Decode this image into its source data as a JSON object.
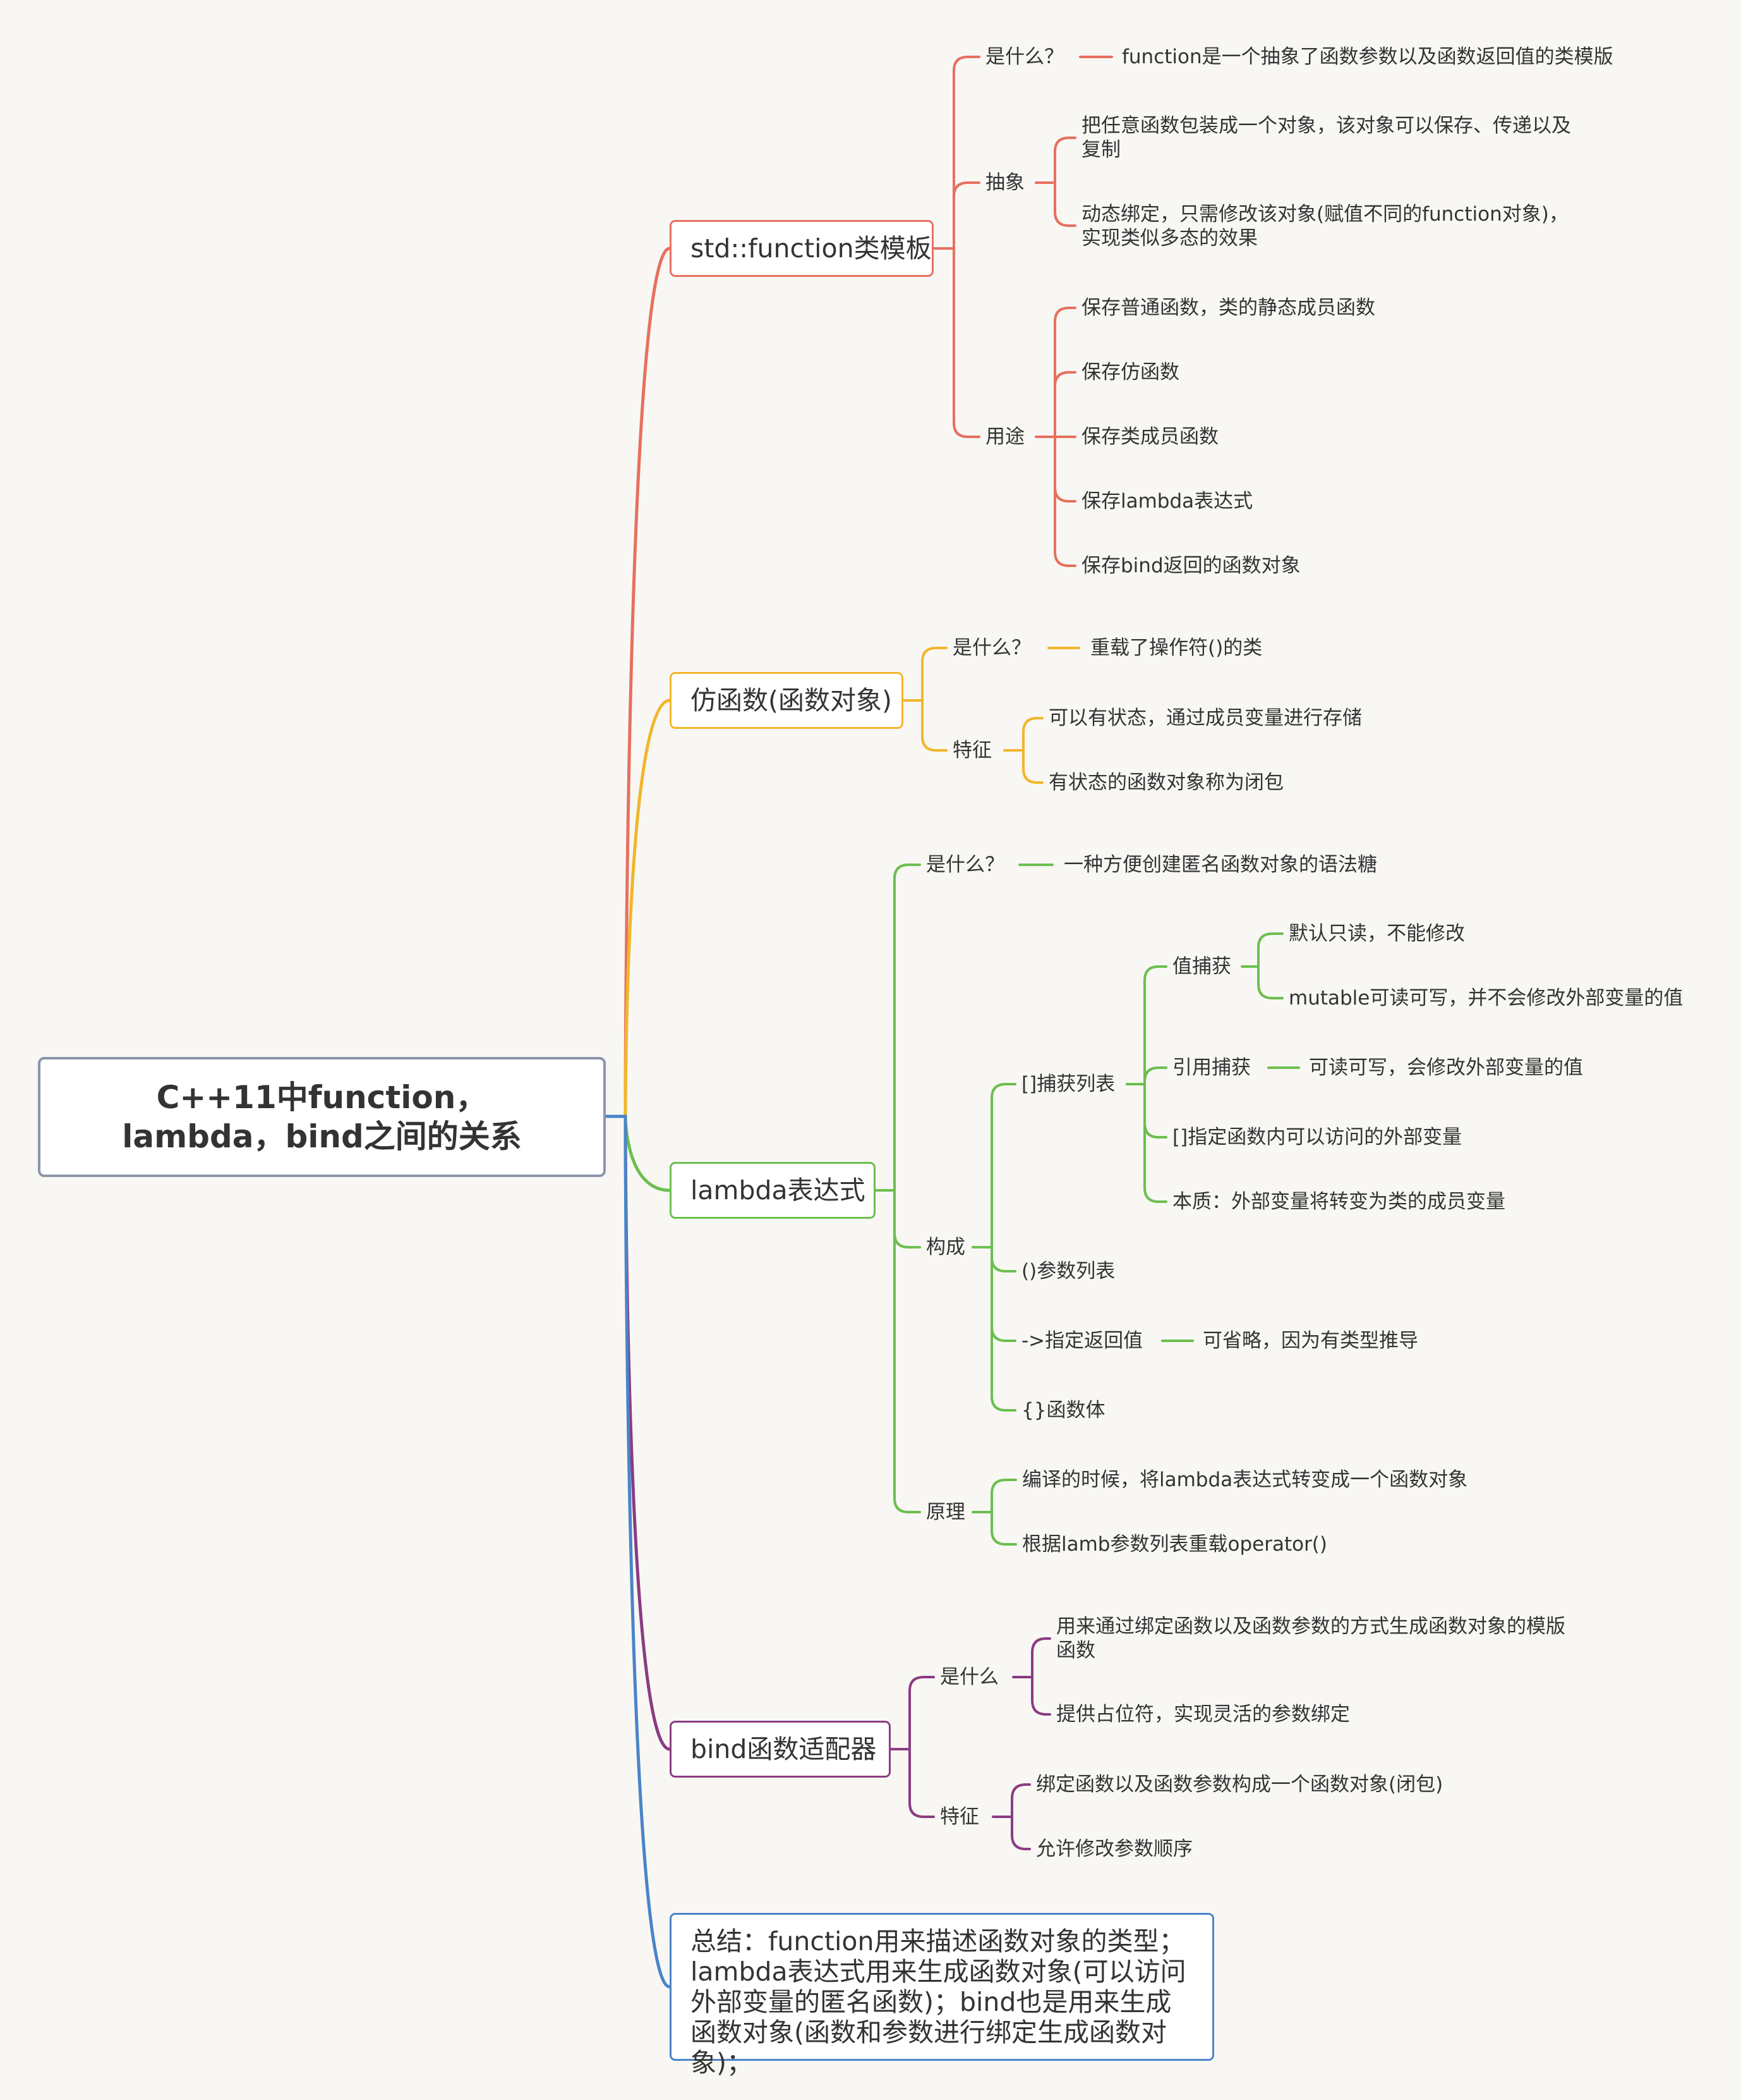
{
  "root": {
    "title": "C++11中function，lambda，bind之间的关系"
  },
  "colors": {
    "function": "#e7705e",
    "functor": "#f2b62b",
    "lambda": "#6cbf4f",
    "bind": "#8b3c82",
    "summary": "#4a84c8",
    "root_border": "#8c95aa",
    "background": "#f8f7f4"
  },
  "function": {
    "title": "std::function类模板",
    "what_label": "是什么？",
    "what_value": "function是一个抽象了函数参数以及函数返回值的类模版",
    "abstract_label": "抽象",
    "abstract_items": [
      "把任意函数包装成一个对象，该对象可以保存、传递以及复制",
      "动态绑定，只需修改该对象(赋值不同的function对象)，实现类似多态的效果"
    ],
    "usage_label": "用途",
    "usage_items": [
      "保存普通函数，类的静态成员函数",
      "保存仿函数",
      "保存类成员函数",
      "保存lambda表达式",
      "保存bind返回的函数对象"
    ]
  },
  "functor": {
    "title": "仿函数(函数对象)",
    "what_label": "是什么？",
    "what_value": "重载了操作符()的类",
    "feature_label": "特征",
    "feature_items": [
      "可以有状态，通过成员变量进行存储",
      "有状态的函数对象称为闭包"
    ]
  },
  "lambda": {
    "title": "lambda表达式",
    "what_label": "是什么？",
    "what_value": "一种方便创建匿名函数对象的语法糖",
    "compose_label": "构成",
    "capture_label": "[]捕获列表",
    "value_capture_label": "值捕获",
    "value_capture_items": [
      "默认只读，不能修改",
      "mutable可读可写，并不会修改外部变量的值"
    ],
    "ref_capture_label": "引用捕获",
    "ref_capture_value": "可读可写，会修改外部变量的值",
    "capture_spec": "[]指定函数内可以访问的外部变量",
    "capture_essence": "本质：外部变量将转变为类的成员变量",
    "params_label": "()参数列表",
    "return_label": "->指定返回值",
    "return_value": "可省略，因为有类型推导",
    "body_label": "{}函数体",
    "principle_label": "原理",
    "principle_items": [
      "编译的时候，将lambda表达式转变成一个函数对象",
      "根据lamb参数列表重载operator()"
    ]
  },
  "bind": {
    "title": "bind函数适配器",
    "what_label": "是什么",
    "what_items": [
      "用来通过绑定函数以及函数参数的方式生成函数对象的模版函数",
      "提供占位符，实现灵活的参数绑定"
    ],
    "feature_label": "特征",
    "feature_items": [
      "绑定函数以及函数参数构成一个函数对象(闭包)",
      "允许修改参数顺序"
    ]
  },
  "summary": {
    "text": "总结：function用来描述函数对象的类型；lambda表达式用来生成函数对象(可以访问外部变量的匿名函数)；bind也是用来生成函数对象(函数和参数进行绑定生成函数对象)；"
  }
}
